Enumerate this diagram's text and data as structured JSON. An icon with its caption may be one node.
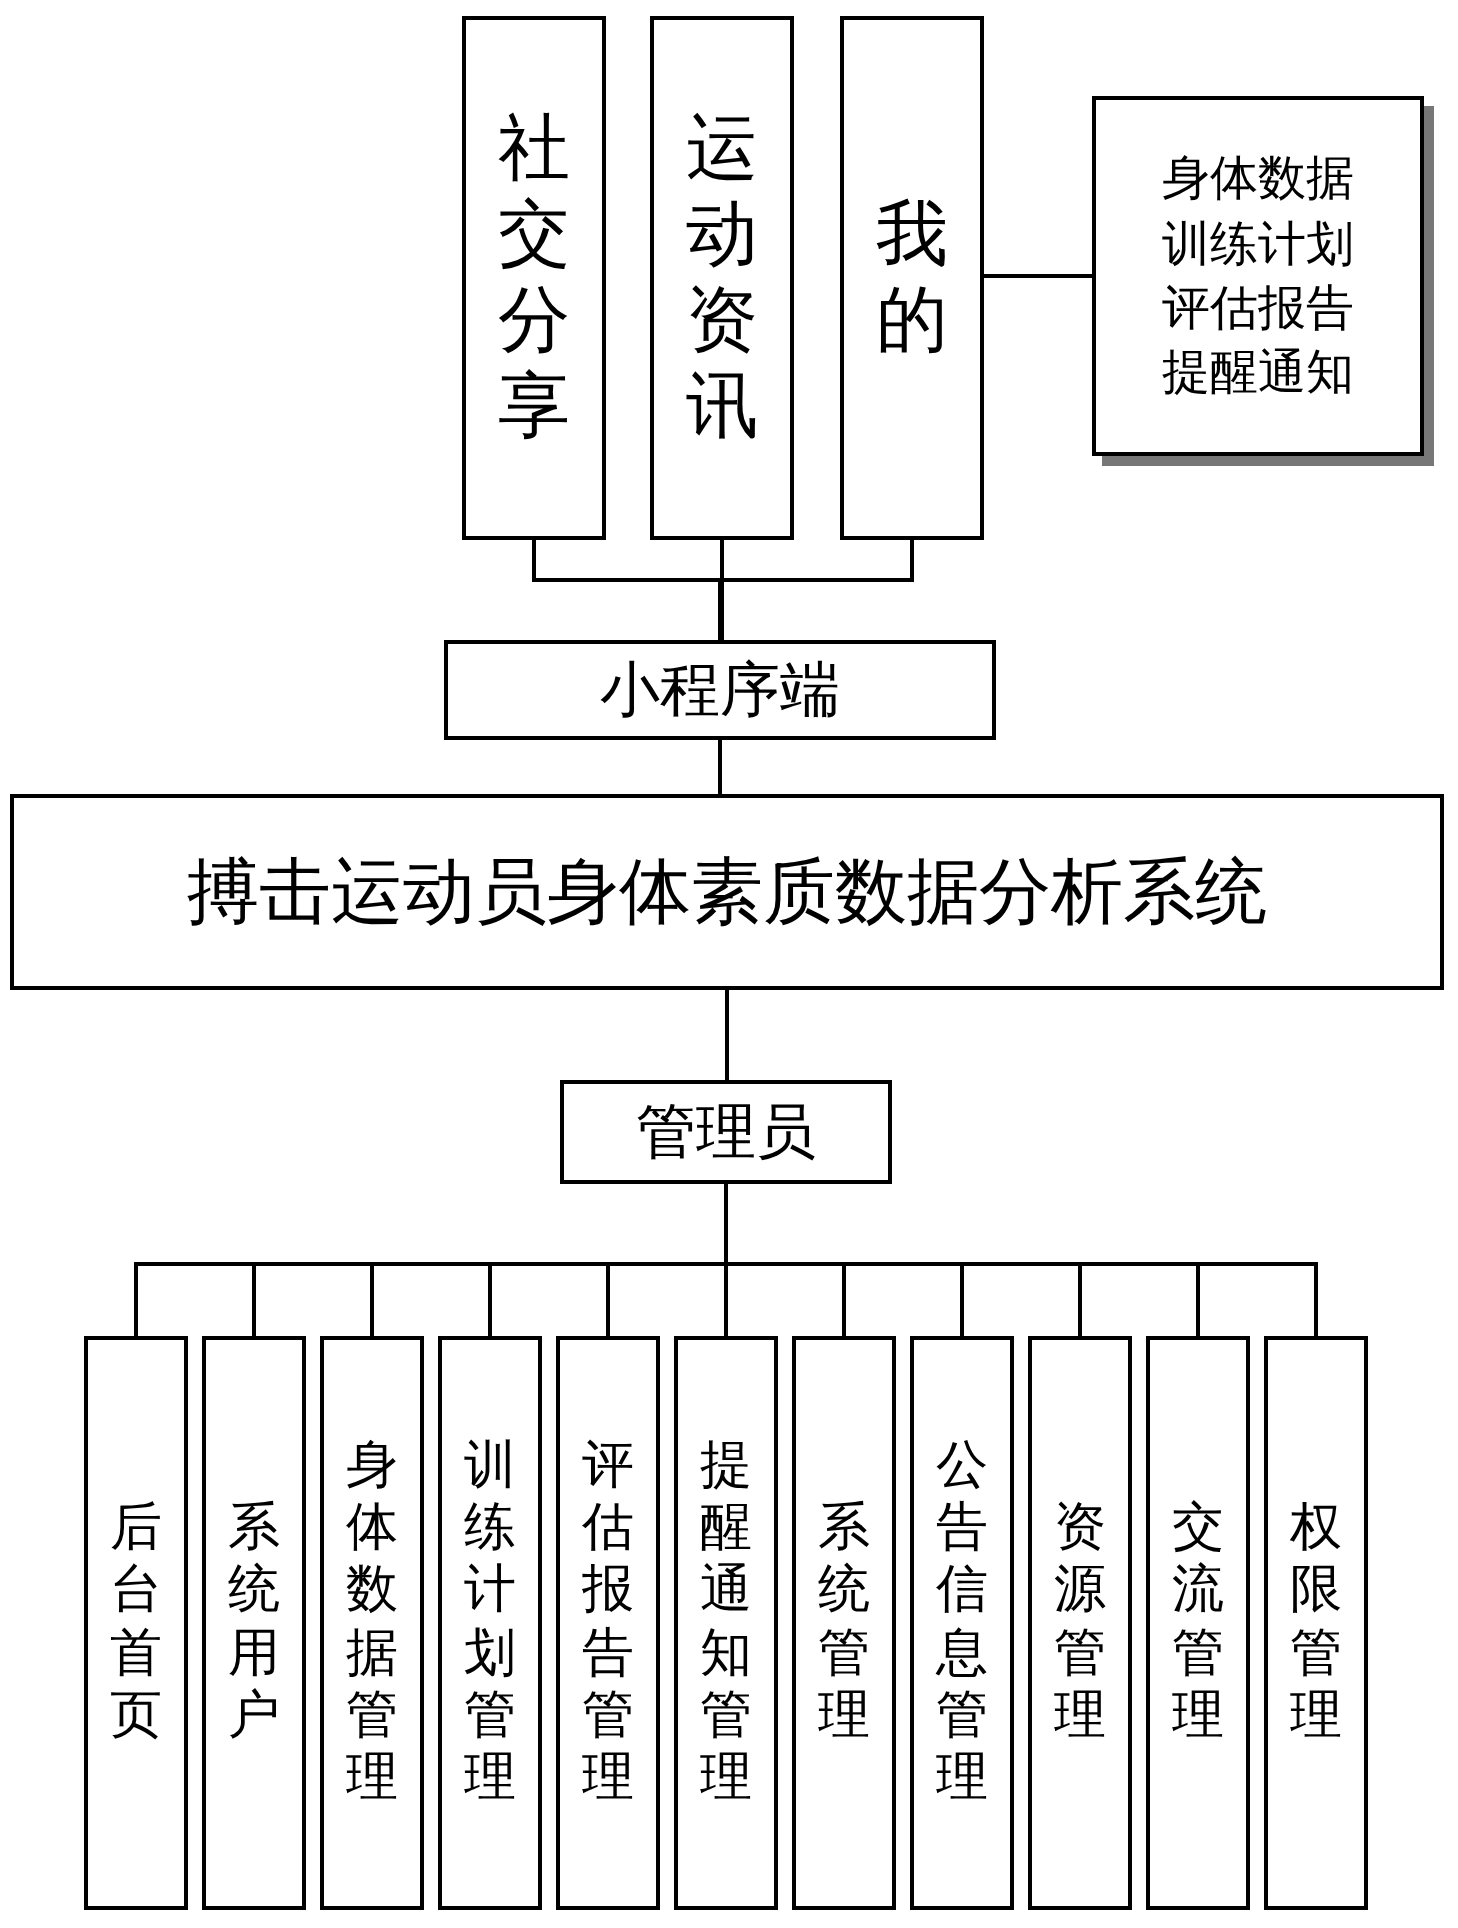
{
  "diagram": {
    "nodes": [
      {
        "text": [
          "社交分享"
        ]
      },
      {
        "text": [
          "运动资讯"
        ]
      },
      {
        "text": [
          "我的"
        ]
      },
      {
        "text": [
          "身体数据",
          "训练计划",
          "评估报告",
          "提醒通知"
        ]
      },
      {
        "text": [
          "小程序端"
        ]
      },
      {
        "text": [
          "搏击运动员身体素质数据分析系统"
        ]
      },
      {
        "text": [
          "管理员"
        ]
      },
      {
        "text": [
          "后台首页"
        ]
      },
      {
        "text": [
          "系统用户"
        ]
      },
      {
        "text": [
          "身体数据管理"
        ]
      },
      {
        "text": [
          "训练计划管理"
        ]
      },
      {
        "text": [
          "评估报告管理"
        ]
      },
      {
        "text": [
          "提醒通知管理"
        ]
      },
      {
        "text": [
          "系统管理"
        ]
      },
      {
        "text": [
          "公告信息管理"
        ]
      },
      {
        "text": [
          "资源管理"
        ]
      },
      {
        "text": [
          "交流管理"
        ]
      },
      {
        "text": [
          "权限管理"
        ]
      }
    ],
    "edges": [
      {
        "from": 0,
        "to": 4,
        "arrow": "none"
      },
      {
        "from": 1,
        "to": 4,
        "arrow": "none"
      },
      {
        "from": 2,
        "to": 4,
        "arrow": "none"
      },
      {
        "from": 2,
        "to": 3,
        "arrow": "none"
      },
      {
        "from": 4,
        "to": 5,
        "arrow": "none"
      },
      {
        "from": 5,
        "to": 6,
        "arrow": "none"
      },
      {
        "from": 6,
        "to": 7,
        "arrow": "none"
      },
      {
        "from": 6,
        "to": 8,
        "arrow": "none"
      },
      {
        "from": 6,
        "to": 9,
        "arrow": "none"
      },
      {
        "from": 6,
        "to": 10,
        "arrow": "none"
      },
      {
        "from": 6,
        "to": 11,
        "arrow": "none"
      },
      {
        "from": 6,
        "to": 12,
        "arrow": "none"
      },
      {
        "from": 6,
        "to": 13,
        "arrow": "none"
      },
      {
        "from": 6,
        "to": 14,
        "arrow": "none"
      },
      {
        "from": 6,
        "to": 15,
        "arrow": "none"
      },
      {
        "from": 6,
        "to": 16,
        "arrow": "none"
      },
      {
        "from": 6,
        "to": 17,
        "arrow": "none"
      }
    ]
  }
}
